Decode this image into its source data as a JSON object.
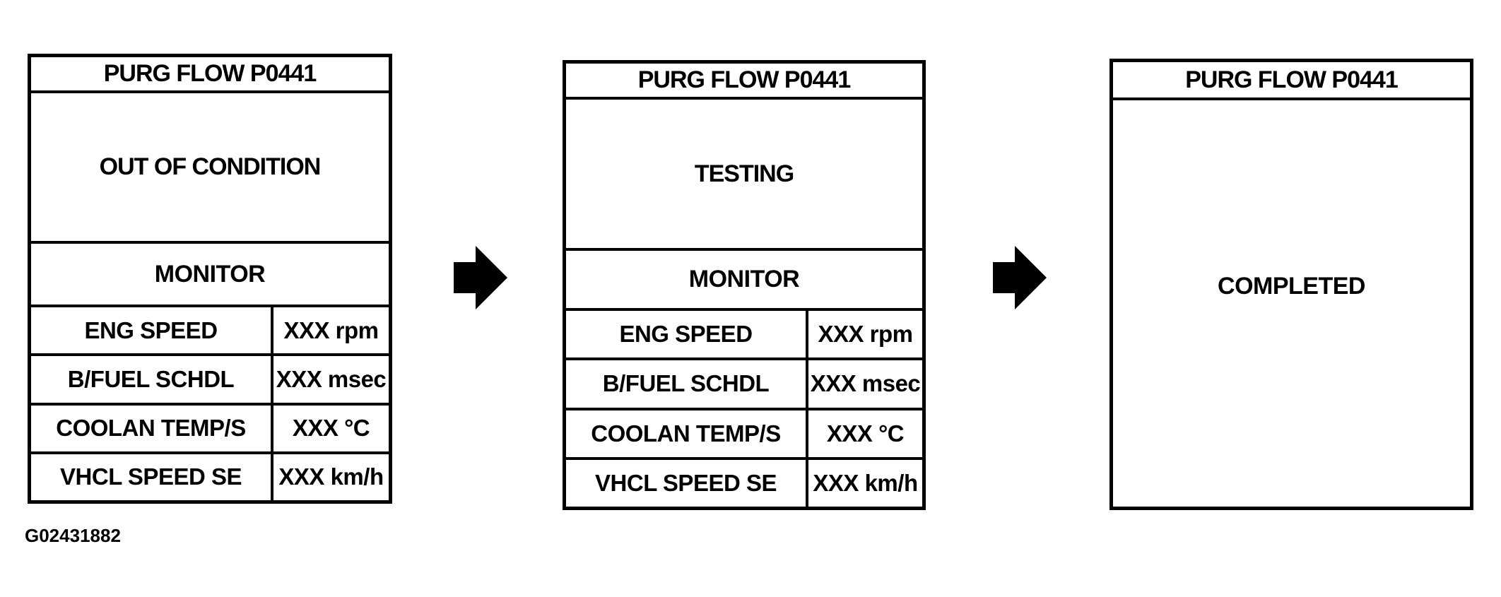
{
  "figure": {
    "id": "G02431882"
  },
  "panels": [
    {
      "title": "PURG FLOW P0441",
      "status": "OUT OF CONDITION",
      "monitor_label": "MONITOR",
      "rows": [
        {
          "label": "ENG SPEED",
          "value": "XXX rpm"
        },
        {
          "label": "B/FUEL SCHDL",
          "value": "XXX msec"
        },
        {
          "label": "COOLAN TEMP/S",
          "value": "XXX °C"
        },
        {
          "label": "VHCL SPEED SE",
          "value": "XXX km/h"
        }
      ]
    },
    {
      "title": "PURG FLOW P0441",
      "status": "TESTING",
      "monitor_label": "MONITOR",
      "rows": [
        {
          "label": "ENG SPEED",
          "value": "XXX rpm"
        },
        {
          "label": "B/FUEL SCHDL",
          "value": "XXX msec"
        },
        {
          "label": "COOLAN TEMP/S",
          "value": "XXX °C"
        },
        {
          "label": "VHCL SPEED SE",
          "value": "XXX km/h"
        }
      ]
    },
    {
      "title": "PURG FLOW P0441",
      "status": "COMPLETED"
    }
  ],
  "arrow_color": "#000000"
}
